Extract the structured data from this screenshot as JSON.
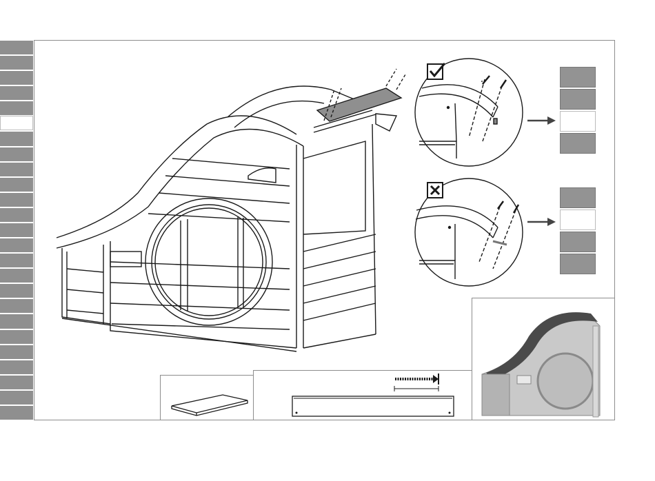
{
  "manual": {
    "step_tabs": {
      "count": 25,
      "active_index": 5
    },
    "check_panel": {
      "correct_icon": "checkmark-box-icon",
      "wrong_icon": "cross-box-icon",
      "arrow_icon": "arrow-right-icon"
    },
    "correct_stack": [
      "gray",
      "gray",
      "white",
      "gray"
    ],
    "wrong_stack": [
      "gray",
      "white",
      "gray",
      "gray"
    ],
    "colors": {
      "tab_gray": "#8f8f8f",
      "line": "#1a1a1a",
      "frame": "#8c8c8c"
    }
  }
}
